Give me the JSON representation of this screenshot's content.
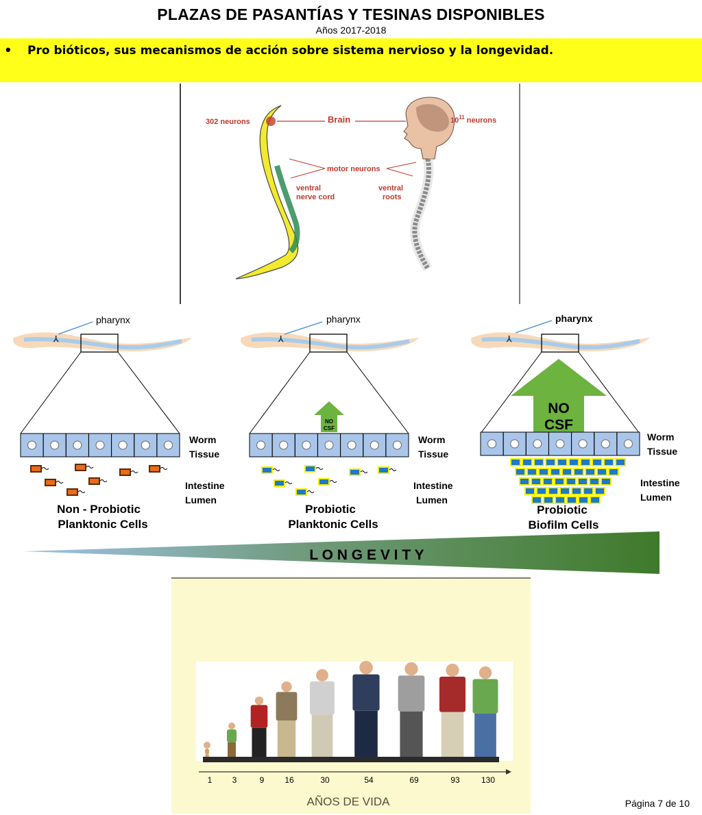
{
  "header": {
    "title": "PLAZAS DE PASANTÍAS Y TESINAS DISPONIBLES",
    "subtitle": "Años 2017-2018"
  },
  "banner": {
    "bullet": "•",
    "text": "Pro bióticos, sus mecanismos de acción sobre sistema nervioso y la longevidad."
  },
  "neuro_figure": {
    "worm_neurons": "302 neurons",
    "brain": "Brain",
    "human_neurons_base": "10",
    "human_neurons_exp": "11",
    "human_neurons_unit": "neurons",
    "motor_neurons": "motor neurons",
    "ventral_nerve_cord_1": "ventral",
    "ventral_nerve_cord_2": "nerve cord",
    "ventral_roots_1": "ventral",
    "ventral_roots_2": "roots"
  },
  "probiotic_figure": {
    "panels": [
      {
        "pharynx": "pharynx",
        "tissue_1": "Worm",
        "tissue_2": "Tissue",
        "lumen_1": "Intestine",
        "lumen_2": "Lumen",
        "caption_1": "Non - Probiotic",
        "caption_2": "Planktonic Cells"
      },
      {
        "pharynx": "pharynx",
        "tissue_1": "Worm",
        "tissue_2": "Tissue",
        "lumen_1": "Intestine",
        "lumen_2": "Lumen",
        "caption_1": "Probiotic",
        "caption_2": "Planktonic Cells",
        "arrow_1": "NO",
        "arrow_2": "CSF"
      },
      {
        "pharynx": "pharynx",
        "tissue_1": "Worm",
        "tissue_2": "Tissue",
        "lumen_1": "Intestine",
        "lumen_2": "Lumen",
        "caption_1": "Probiotic",
        "caption_2": "Biofilm Cells",
        "arrow_1": "NO",
        "arrow_2": "CSF"
      }
    ],
    "longevity": "L O N G E V I T Y",
    "colors": {
      "non_probiotic_cell": "#e86c1a",
      "probiotic_cell": "#1f78c8",
      "probiotic_border": "#f5f000",
      "arrow_green": "#6cb33f",
      "longevity_dark": "#3f7a2a"
    }
  },
  "age_figure": {
    "ages": [
      "1",
      "3",
      "9",
      "16",
      "30",
      "54",
      "69",
      "93",
      "130"
    ],
    "axis_label": "AÑOS DE VIDA"
  },
  "footer": {
    "page": "Página 7 de 10"
  }
}
